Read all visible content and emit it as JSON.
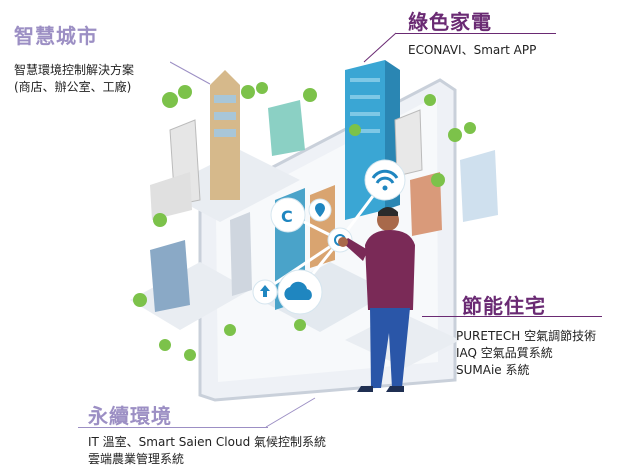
{
  "smart_city": {
    "title": "智慧城市",
    "line1": "智慧環境控制解決方案",
    "line2": "(商店、辦公室、工廠)"
  },
  "green_appliance": {
    "title": "綠色家電",
    "line1": "ECONAVI、Smart APP"
  },
  "energy_home": {
    "title": "節能住宅",
    "line1": "PURETECH 空氣調節技術",
    "line2": "IAQ 空氣品質系統",
    "line3": "SUMAie 系統"
  },
  "sustainable": {
    "title": "永續環境",
    "line1": "IT 溫室、Smart Saien Cloud 氣候控制系統",
    "line2": "雲端農業管理系統"
  },
  "colors": {
    "accent_dark": "#6a2a73",
    "accent_light": "#9c8fc4",
    "tablet": "#dde3ec",
    "city_blue": "#3aa6d4",
    "grass": "#7cc24a"
  }
}
